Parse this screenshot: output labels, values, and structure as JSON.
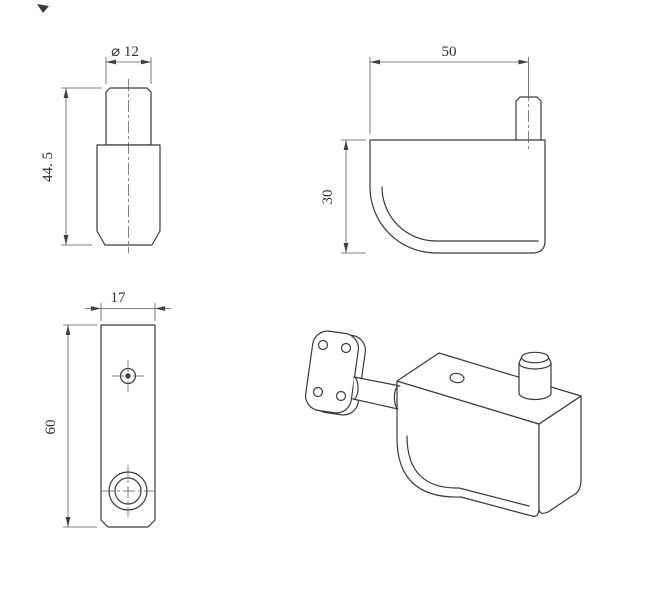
{
  "drawing": {
    "type": "technical-drawing",
    "background_color": "#ffffff",
    "line_color": "#3a3a3a",
    "dimension_line_color": "#5a5a5a",
    "views": {
      "pin_front": {
        "dims": {
          "diameter": "⌀ 12",
          "height": "44. 5"
        }
      },
      "body_side": {
        "dims": {
          "length": "50",
          "height": "30"
        }
      },
      "plate_front": {
        "dims": {
          "width": "17",
          "height": "60"
        }
      },
      "isometric": {
        "description": "assembled hinge isometric view"
      }
    }
  }
}
